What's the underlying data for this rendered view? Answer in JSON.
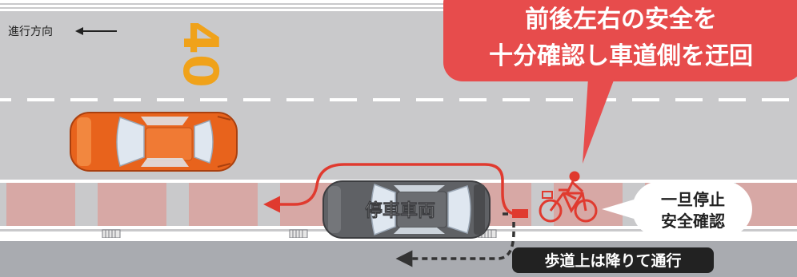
{
  "direction": {
    "label": "進行方向"
  },
  "road": {
    "speed_marking": "40"
  },
  "callout": {
    "line1": "前後左右の安全を",
    "line2": "十分確認し車道側を迂回"
  },
  "parked_car": {
    "label": "停車車両"
  },
  "stop_bubble": {
    "line1": "一旦停止",
    "line2": "安全確認"
  },
  "sidewalk_note": {
    "label": "歩道上は降りて通行"
  },
  "colors": {
    "road": "#c9c9cb",
    "sidewalk": "#a9abb0",
    "lane_tint": "#d7a8a5",
    "orange_car": "#e8631c",
    "grey_car": "#5f6165",
    "callout": "#e74c4c",
    "route_red": "#e03a2f",
    "speed_marking": "#f0a21a"
  },
  "icons": {
    "direction_arrow": "arrow-left-icon",
    "bicycle": "bicycle-icon",
    "drain": "drain-grate-icon"
  }
}
